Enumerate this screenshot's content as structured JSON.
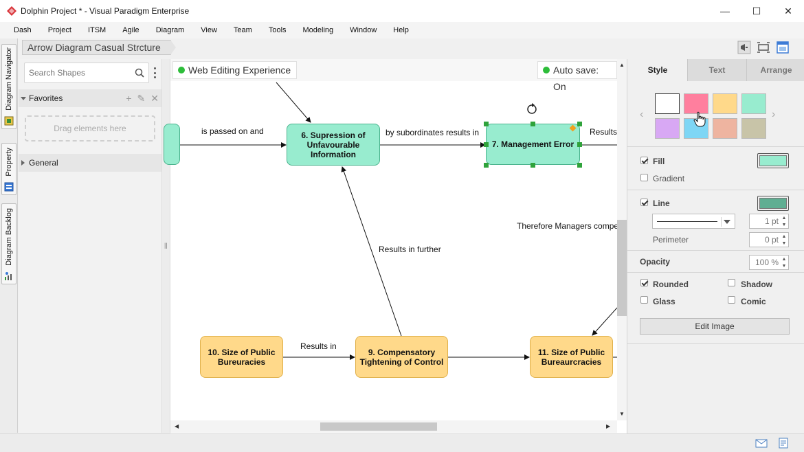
{
  "window": {
    "title": "Dolphin Project * - Visual Paradigm Enterprise",
    "minimize": "—",
    "maximize": "☐",
    "close": "✕"
  },
  "menu": [
    "Dash",
    "Project",
    "ITSM",
    "Agile",
    "Diagram",
    "View",
    "Team",
    "Tools",
    "Modeling",
    "Window",
    "Help"
  ],
  "left_tabs": {
    "navigator": "Diagram Navigator",
    "property": "Property",
    "backlog": "Diagram Backlog"
  },
  "breadcrumb": "Arrow Diagram Casual Strcture",
  "shapes_panel": {
    "search_placeholder": "Search Shapes",
    "favorites": "Favorites",
    "drag_hint": "Drag elements here",
    "general": "General"
  },
  "canvas": {
    "web_editing": "Web Editing Experience",
    "autosave": "Auto save: On",
    "nodes": {
      "n6": "6. Supression of Unfavourable Information",
      "n7": "7. Management Error",
      "n10": "10. Size of Public Bureuracies",
      "n9": "9. Compensatory Tightening of Control",
      "n11": "11. Size of Public Bureaurcracies"
    },
    "edges": {
      "e1": "is passed on and",
      "e2": "by subordinates results in",
      "e3": "Results",
      "e4": "Therefore Managers compe",
      "e5": "Results in further",
      "e6": "Results in"
    }
  },
  "properties": {
    "tabs": [
      "Style",
      "Text",
      "Arrange"
    ],
    "swatches": [
      "#ffffff",
      "#ff7f9e",
      "#ffd98a",
      "#98eccf",
      "#d8a8f4",
      "#7ed6f5",
      "#eeb4a0",
      "#c8c4a8"
    ],
    "fill": "Fill",
    "fill_color": "#98eccf",
    "gradient": "Gradient",
    "line": "Line",
    "line_color": "#5fae92",
    "line_width": "1 pt",
    "perimeter": "Perimeter",
    "perimeter_value": "0 pt",
    "opacity": "Opacity",
    "opacity_value": "100 %",
    "rounded": "Rounded",
    "shadow": "Shadow",
    "glass": "Glass",
    "comic": "Comic",
    "edit_image": "Edit Image"
  }
}
